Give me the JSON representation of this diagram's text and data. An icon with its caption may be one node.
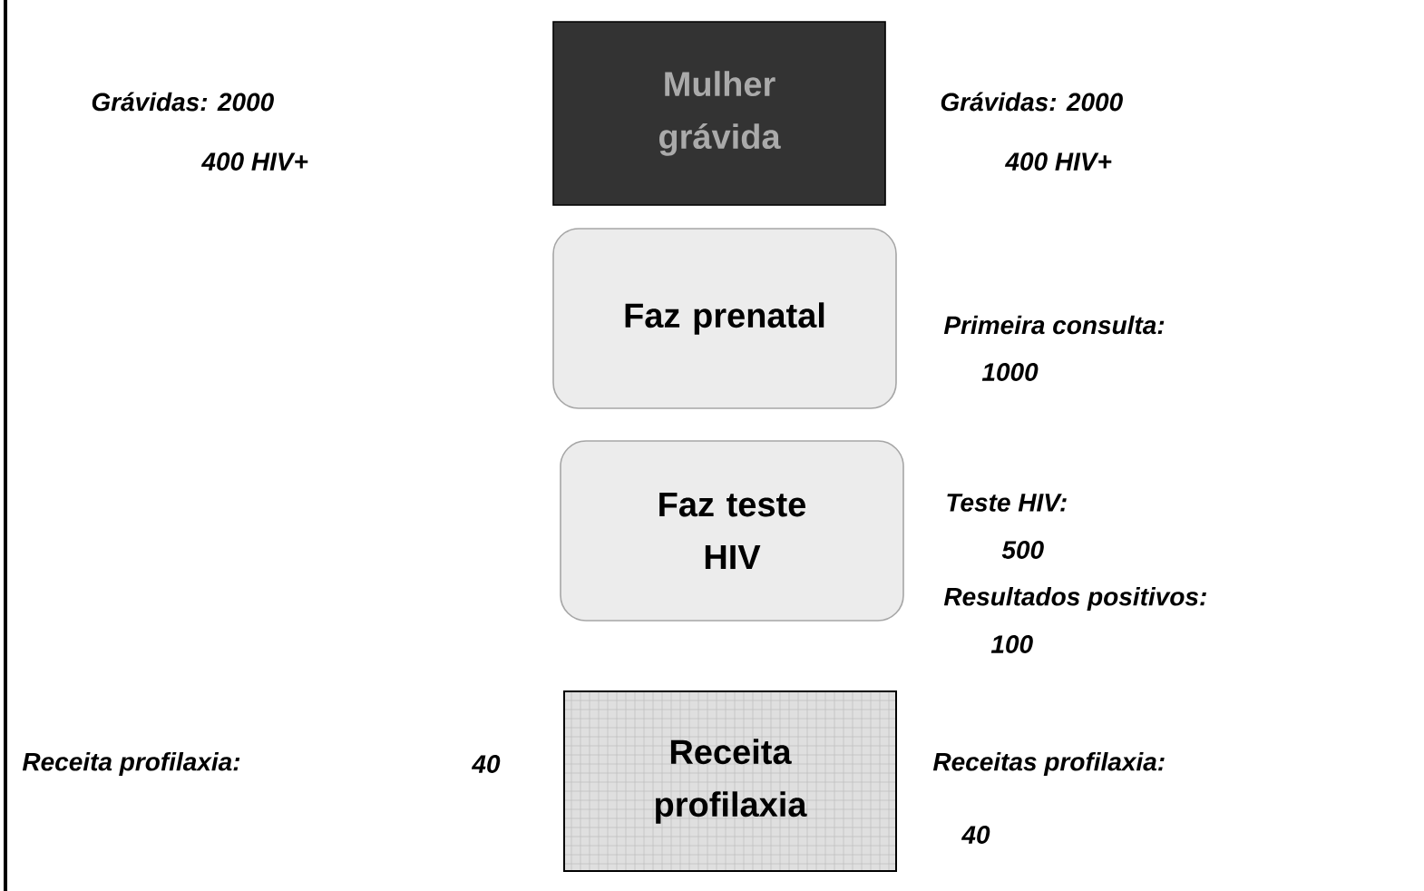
{
  "diagram": {
    "nodes": [
      {
        "text": [
          "Mulher grávida"
        ]
      },
      {
        "text": [
          "Faz prenatal"
        ]
      },
      {
        "text": [
          "Faz teste HIV"
        ]
      },
      {
        "text": [
          "Receita profilaxia"
        ]
      }
    ],
    "labels": [
      "Grávidas: 2000",
      "Grávidas: 2000",
      "400 HIV+",
      "400 HIV+",
      "Primeira consulta:",
      "1000",
      "Teste HIV:",
      "500",
      "Resultados positivos:",
      "100",
      "Receita profilaxia:",
      "40",
      "Receitas profilaxia:",
      "40"
    ]
  }
}
